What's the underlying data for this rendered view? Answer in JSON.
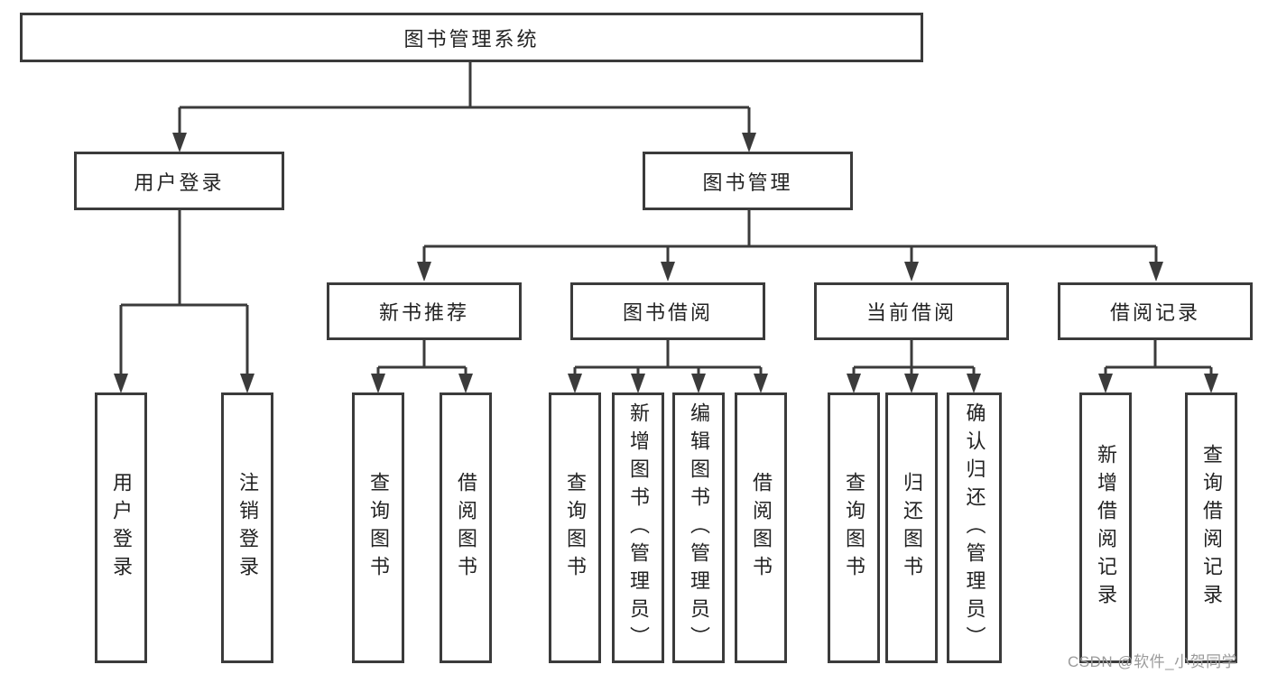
{
  "diagram": {
    "root": {
      "label": "图书管理系统"
    },
    "user_login": {
      "label": "用户登录",
      "children": [
        "用户登录",
        "注销登录"
      ]
    },
    "book_mgmt": {
      "label": "图书管理"
    },
    "new_book": {
      "label": "新书推荐",
      "children": [
        "查询图书",
        "借阅图书"
      ]
    },
    "book_borrow": {
      "label": "图书借阅",
      "children": [
        "查询图书",
        "新增图书（管理员）",
        "编辑图书（管理员）",
        "借阅图书"
      ]
    },
    "current_borrow": {
      "label": "当前借阅",
      "children": [
        "查询图书",
        "归还图书",
        "确认归还（管理员）"
      ]
    },
    "borrow_record": {
      "label": "借阅记录",
      "children": [
        "新增借阅记录",
        "查询借阅记录"
      ]
    }
  },
  "watermark": "CSDN @软件_小贺同学",
  "colors": {
    "line": "#3b3b3b",
    "text": "#232323",
    "box_background": "#ffffff",
    "watermark": "#9b9b9b",
    "page_background": "#ffffff"
  }
}
